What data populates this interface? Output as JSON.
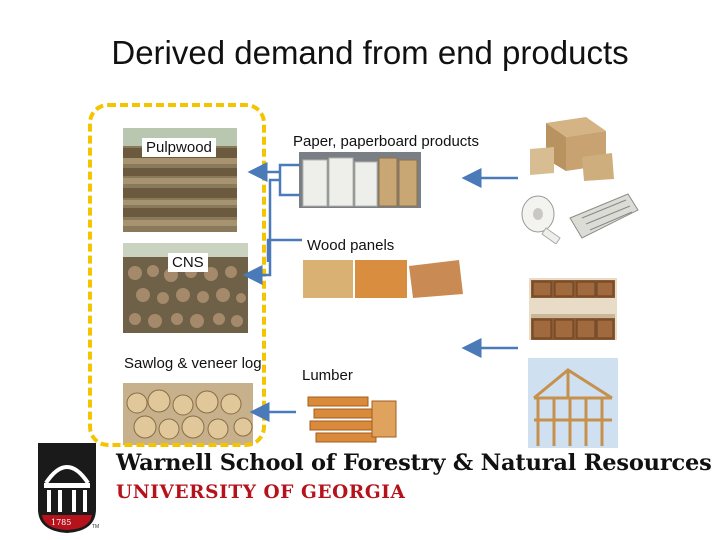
{
  "slide": {
    "title": "Derived demand from end products"
  },
  "raw_materials": [
    {
      "label": "Pulpwood"
    },
    {
      "label": "CNS"
    },
    {
      "label": "Sawlog & veneer log"
    }
  ],
  "products": [
    {
      "label": "Paper, paperboard products"
    },
    {
      "label": "Wood panels"
    },
    {
      "label": "Lumber"
    }
  ],
  "footer": {
    "school": "Warnell School of Forestry & Natural Resources",
    "university": "UNIVERSITY OF GEORGIA",
    "logo_year": "1785",
    "logo_mark": "TM"
  },
  "colors": {
    "highlight_border": "#f5c400",
    "arrow": "#4a7ab8",
    "university_red": "#b5121b",
    "logo_black": "#1a1a1a"
  },
  "icons": [
    "arch-logo-icon",
    "arrow-left-icon"
  ]
}
